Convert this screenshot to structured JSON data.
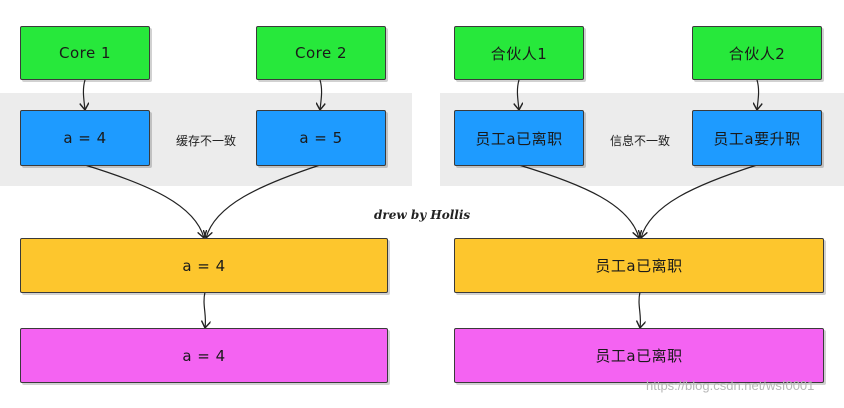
{
  "left": {
    "top_nodes": [
      "Core 1",
      "Core 2"
    ],
    "cache_nodes": [
      "a = 4",
      "a = 5"
    ],
    "inconsistency_label": "缓存不一致",
    "merged_node": "a = 4",
    "final_node": "a = 4"
  },
  "right": {
    "top_nodes": [
      "合伙人1",
      "合伙人2"
    ],
    "cache_nodes": [
      "员工a已离职",
      "员工a要升职"
    ],
    "inconsistency_label": "信息不一致",
    "merged_node": "员工a已离职",
    "final_node": "员工a已离职"
  },
  "credit": "drew by Hollis",
  "watermark": "https://blog.csdn.net/wsf0001",
  "colors": {
    "top": "#27e83b",
    "cache": "#1e9bff",
    "merged": "#fdc62d",
    "final": "#f463f2",
    "band": "#ececec"
  }
}
